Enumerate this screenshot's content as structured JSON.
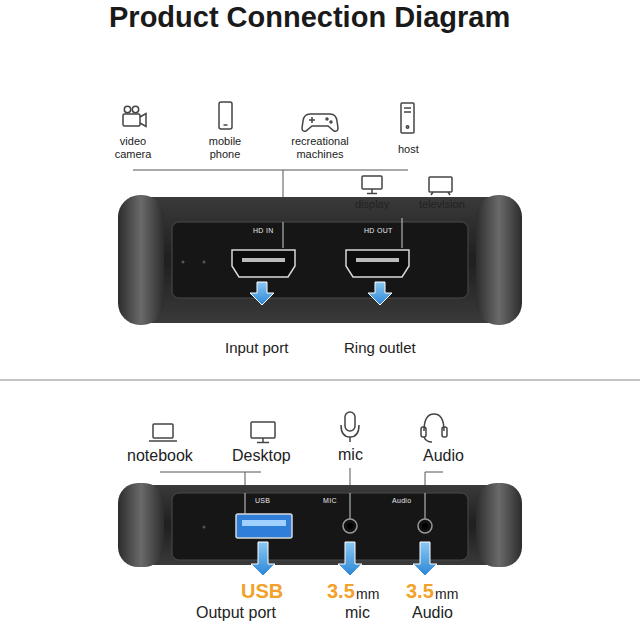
{
  "diagram": {
    "title": "Product Connection Diagram",
    "nodes": [
      {
        "text": [
          "HD IN",
          "HD OUT"
        ]
      },
      {
        "text": [
          "USB",
          "MIC",
          "Audio"
        ]
      }
    ],
    "labels": [
      "video camera",
      "mobile phone",
      "recreational machines",
      "host",
      "display",
      "television",
      "Input port",
      "Ring outlet",
      "notebook",
      "Desktop",
      "mic",
      "Audio",
      "USB",
      "Output port",
      "3.5",
      "mm",
      "mic",
      "3.5",
      "mm",
      "Audio"
    ]
  }
}
